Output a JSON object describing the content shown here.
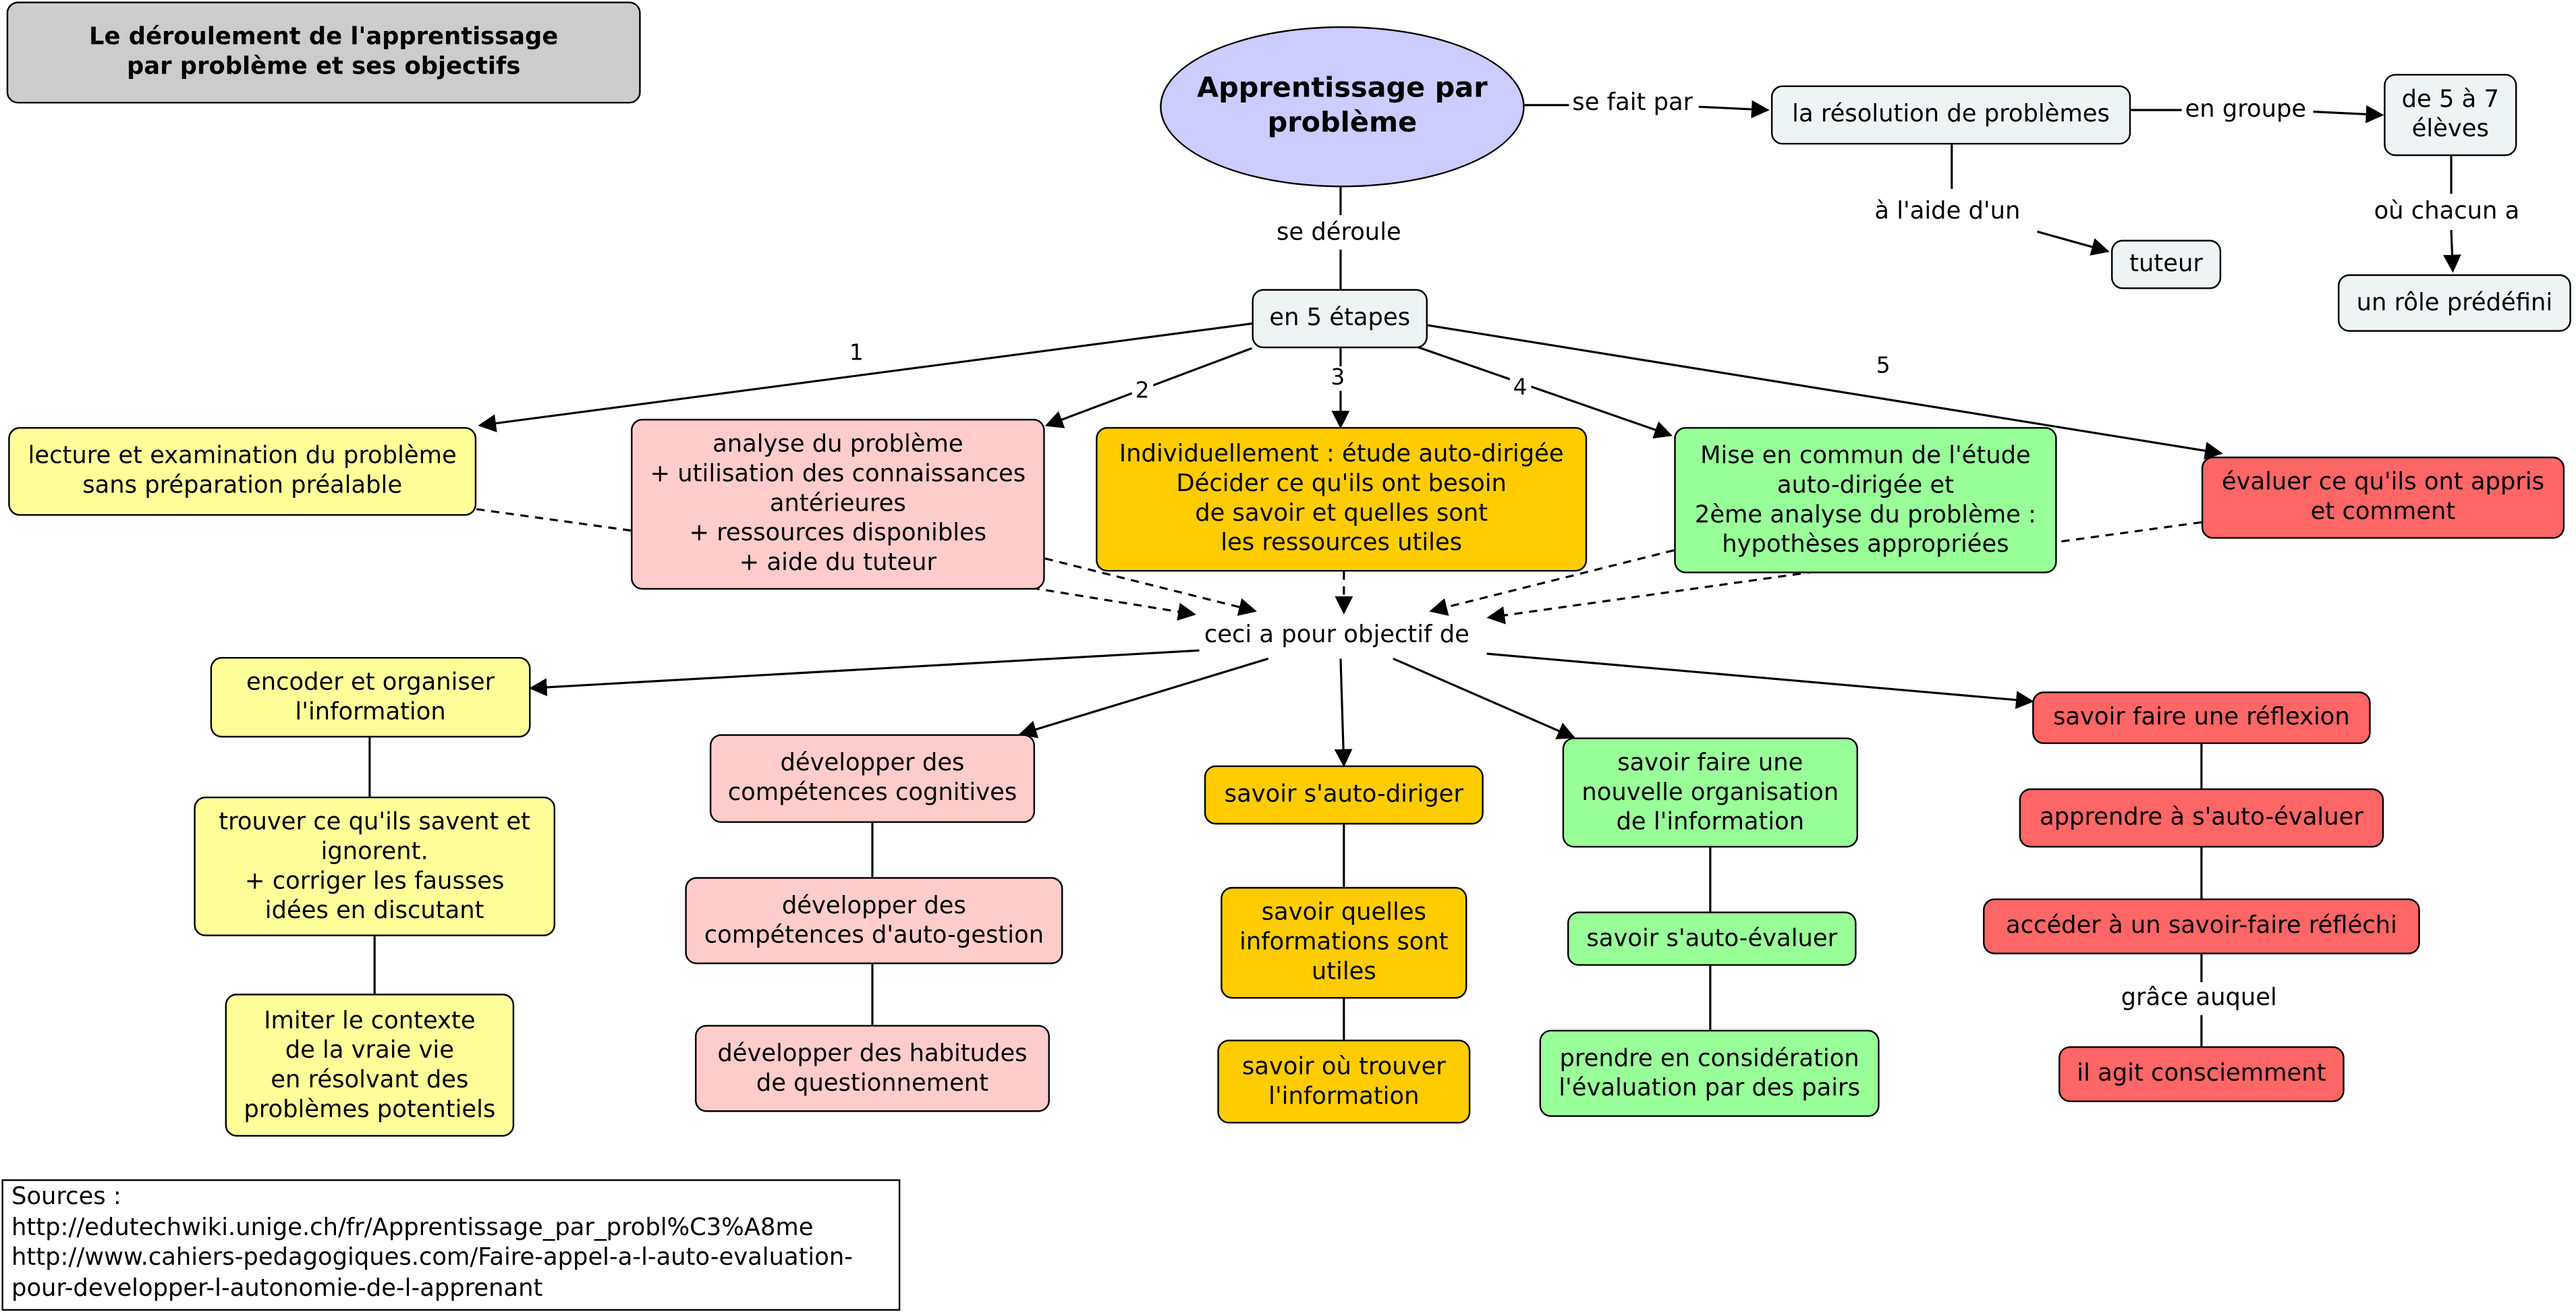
{
  "title": "Le déroulement de l'apprentissage\npar problème et ses objectifs",
  "main": "Apprentissage par\nproblème",
  "link_labels": {
    "fait_par": "se fait par",
    "en_groupe": "en groupe",
    "aide": "à l'aide d'un",
    "chacun": "où chacun a",
    "deroule": "se déroule",
    "objectif": "ceci a pour objectif de",
    "grace": "grâce auquel"
  },
  "nodes": {
    "resolution": "la résolution de problèmes",
    "groupe_size": "de 5 à 7\nélèves",
    "tuteur": "tuteur",
    "role": "un rôle prédéfini",
    "etapes": "en 5 étapes"
  },
  "steps": [
    {
      "num": "1",
      "text": "lecture et examination du problème\nsans préparation préalable",
      "color": "#ffff99"
    },
    {
      "num": "2",
      "text": "analyse du problème\n+ utilisation des connaissances\nantérieures\n+ ressources disponibles\n+ aide du tuteur",
      "color": "#ffcccc"
    },
    {
      "num": "3",
      "text": "Individuellement : étude auto-dirigée\nDécider ce qu'ils ont besoin\nde savoir et quelles sont\nles ressources utiles",
      "color": "#ffcc00"
    },
    {
      "num": "4",
      "text": "Mise en commun de l'étude\nauto-dirigée et\n2ème analyse du problème :\nhypothèses appropriées",
      "color": "#99ff99"
    },
    {
      "num": "5",
      "text": "évaluer ce qu'ils ont appris\net comment",
      "color": "#ff6666"
    }
  ],
  "objectives": [
    {
      "color": "#ffff99",
      "items": [
        "encoder et organiser\nl'information",
        "trouver ce qu'ils savent et\nignorent.\n+ corriger les fausses\nidées en discutant",
        "Imiter le contexte\nde la vraie vie\nen résolvant des\nproblèmes potentiels"
      ]
    },
    {
      "color": "#ffcccc",
      "items": [
        "développer des\ncompétences cognitives",
        "développer des\ncompétences d'auto-gestion",
        "développer des habitudes\nde questionnement"
      ]
    },
    {
      "color": "#ffcc00",
      "items": [
        "savoir s'auto-diriger",
        "savoir quelles\ninformations sont\nutiles",
        "savoir où trouver\nl'information"
      ]
    },
    {
      "color": "#99ff99",
      "items": [
        "savoir faire une\nnouvelle organisation\nde l'information",
        "savoir s'auto-évaluer",
        "prendre en considération\nl'évaluation par des pairs"
      ]
    },
    {
      "color": "#ff6666",
      "items": [
        "savoir faire une réflexion",
        "apprendre à s'auto-évaluer",
        "accéder à un savoir-faire réfléchi",
        "il agit consciemment"
      ]
    }
  ],
  "sources": {
    "heading": "Sources :",
    "lines": [
      "http://edutechwiki.unige.ch/fr/Apprentissage_par_probl%C3%A8me",
      "http://www.cahiers-pedagogiques.com/Faire-appel-a-l-auto-evaluation-",
      "pour-developper-l-autonomie-de-l-apprenant"
    ]
  },
  "colors": {
    "main": "#ccccff",
    "neutral": "#eef4f4",
    "title_bg": "#cccccc"
  }
}
